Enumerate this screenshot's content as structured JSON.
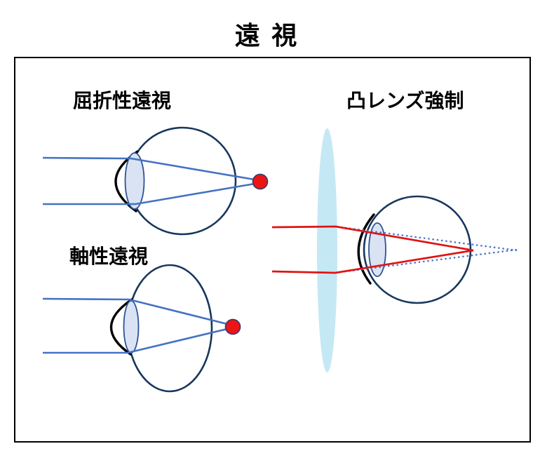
{
  "title": "遠 視",
  "sections": {
    "refractive": {
      "label": "屈折性遠視"
    },
    "axial": {
      "label": "軸性遠視"
    },
    "correction": {
      "label": "凸レンズ強制"
    }
  },
  "colors": {
    "background": "#FFFFFF",
    "frame_border": "#000000",
    "text": "#000000",
    "ray_blue": "#4472C4",
    "ray_red": "#DF1414",
    "dotted_blue": "#4472C4",
    "eye_outline": "#17365D",
    "cornea": "#000000",
    "lens_fill": "#DAE3F3",
    "lens_stroke": "#2E5395",
    "convex_lens_fill": "#C5E8F5",
    "focal_dot_fill": "#EC1515",
    "focal_dot_stroke": "#3F3A6E",
    "eye_fill": "#FFFFFF"
  }
}
